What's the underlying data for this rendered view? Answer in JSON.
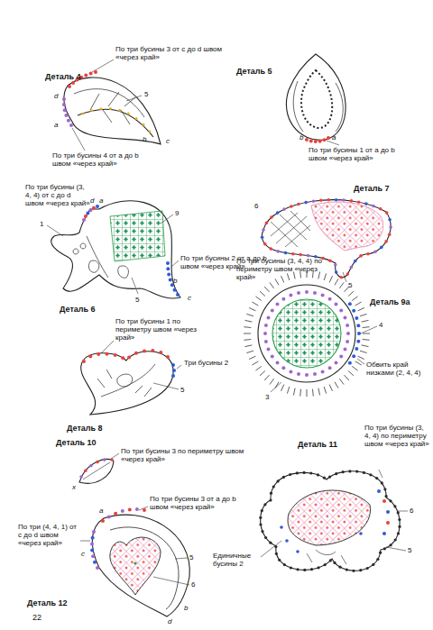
{
  "diagram": {
    "labels": [
      "Деталь 4",
      "По три бусины 3 от c до d швом «через край»",
      "5",
      "d",
      "a",
      "b",
      "c",
      "По три бусины 4 от a до b швом «через край»",
      "Деталь 5",
      "b",
      "a",
      "По три бусины 1 от a до b швом «через край»",
      "По три бусины (3, 4, 4) от c до d швом «через край»",
      "d",
      "a",
      "9",
      "1",
      "По три бусины 2 от a до b швом «через край»",
      "5",
      "b",
      "c",
      "Деталь 6",
      "Деталь 7",
      "6",
      "По три бусины (3, 4, 4) по периметру швом «через край»",
      "5",
      "По три бусины 1 по периметру швом «через край»",
      "Три бусины 2",
      "5",
      "Деталь 8",
      "Деталь 9а",
      "4",
      "Обвить край низками (2, 4, 4)",
      "3",
      "Деталь 10",
      "По три бусины 3 по периметру швом «через край»",
      "x",
      "Деталь 11",
      "По три бусины (3, 4, 4) по периметру швом «через край»",
      "Единичные бусины 2",
      "6",
      "5",
      "a",
      "По три бусины 3 от a до b швом «через край»",
      "По три (4, 4, 1) от c до d швом «через край»",
      "c",
      "5",
      "6",
      "b",
      "d",
      "Деталь 12",
      "22"
    ]
  }
}
